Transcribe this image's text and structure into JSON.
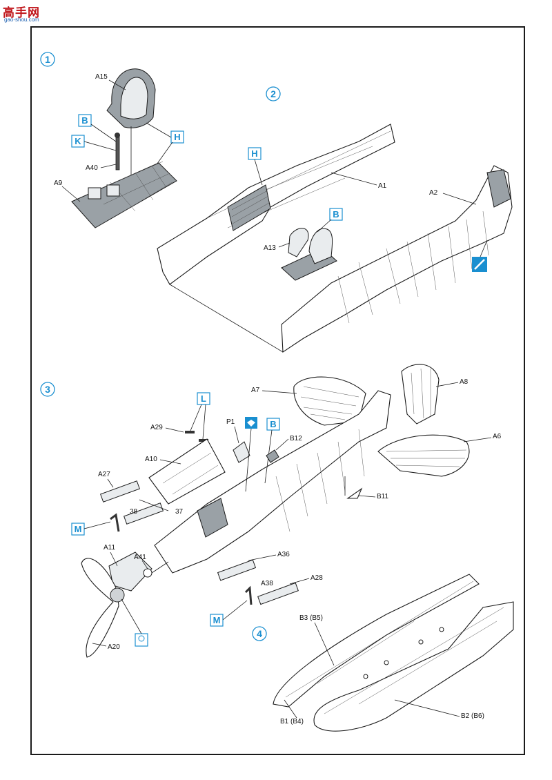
{
  "watermark": {
    "chars": "高手网",
    "site": "gao-shou.com"
  },
  "steps": [
    "1",
    "2",
    "3",
    "4"
  ],
  "codes": {
    "B": "B",
    "K": "K",
    "H": "H",
    "L": "L",
    "M": "M"
  },
  "parts": {
    "A15": "A15",
    "A40": "A40",
    "A9": "A9",
    "A1": "A1",
    "A2": "A2",
    "A13": "A13",
    "A7": "A7",
    "A8": "A8",
    "A6": "A6",
    "A29": "A29",
    "P1": "P1",
    "B12": "B12",
    "A10": "A10",
    "A27": "A27",
    "n38": "38",
    "n37": "37",
    "B11": "B11",
    "A11": "A11",
    "A41": "A41",
    "A36": "A36",
    "A28": "A28",
    "A38": "A38",
    "A20": "A20",
    "B3B5": "B3 (B5)",
    "B1B4": "B1 (B4)",
    "B2B6": "B2 (B6)"
  },
  "icons": [
    "paint-brush-icon",
    "clear-part-icon",
    "light-bulb-icon"
  ],
  "colors": {
    "frame": "#1a1a1a",
    "callout": "#1a8fd0",
    "logo_red": "#c0161b",
    "logo_blue": "#1c5fb0"
  }
}
